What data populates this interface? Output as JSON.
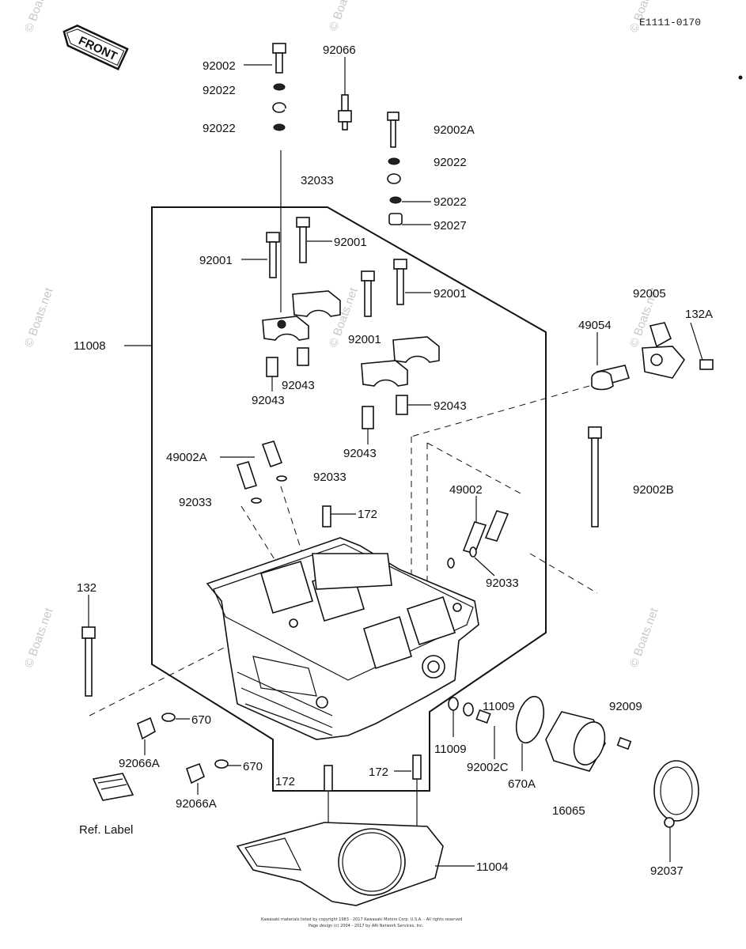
{
  "header": {
    "diagram_code": "E1111-0170",
    "front_label": "FRONT"
  },
  "parts": {
    "p92002_top": "92002",
    "p92066": "92066",
    "p92022_a": "92022",
    "p92022_b": "92022",
    "p92002A": "92002A",
    "p92022_c": "92022",
    "p32033": "32033",
    "p92022_d": "92022",
    "p92027": "92027",
    "p92001_a": "92001",
    "p92001_b": "92001",
    "p92001_c": "92001",
    "p92001_d": "92001",
    "p92005": "92005",
    "p132A": "132A",
    "p49054": "49054",
    "p11008": "11008",
    "p92043_a": "92043",
    "p92043_b": "92043",
    "p92043_c": "92043",
    "p92043_d": "92043",
    "p49002A": "49002A",
    "p92033_a": "92033",
    "p92033_b": "92033",
    "p92033_c": "92033",
    "p172_a": "172",
    "p172_b": "172",
    "p172_c": "172",
    "p49002": "49002",
    "p92002B": "92002B",
    "p132": "132",
    "p670_a": "670",
    "p670_b": "670",
    "p670A": "670A",
    "p11009_a": "11009",
    "p11009_b": "11009",
    "p92009": "92009",
    "p92066A_a": "92066A",
    "p92066A_b": "92066A",
    "p92002C": "92002C",
    "p16065": "16065",
    "p11004": "11004",
    "p92037": "92037",
    "ref_label": "Ref. Label"
  },
  "watermark": "© Boats.net",
  "footer": {
    "copyright_line1": "Kawasaki materials listed by copyright 1983 - 2017 Kawasaki Motors Corp. U.S.A. - All rights reserved",
    "copyright_line2": "Page design (c) 2004 - 2017 by ARI Network Services, Inc."
  }
}
